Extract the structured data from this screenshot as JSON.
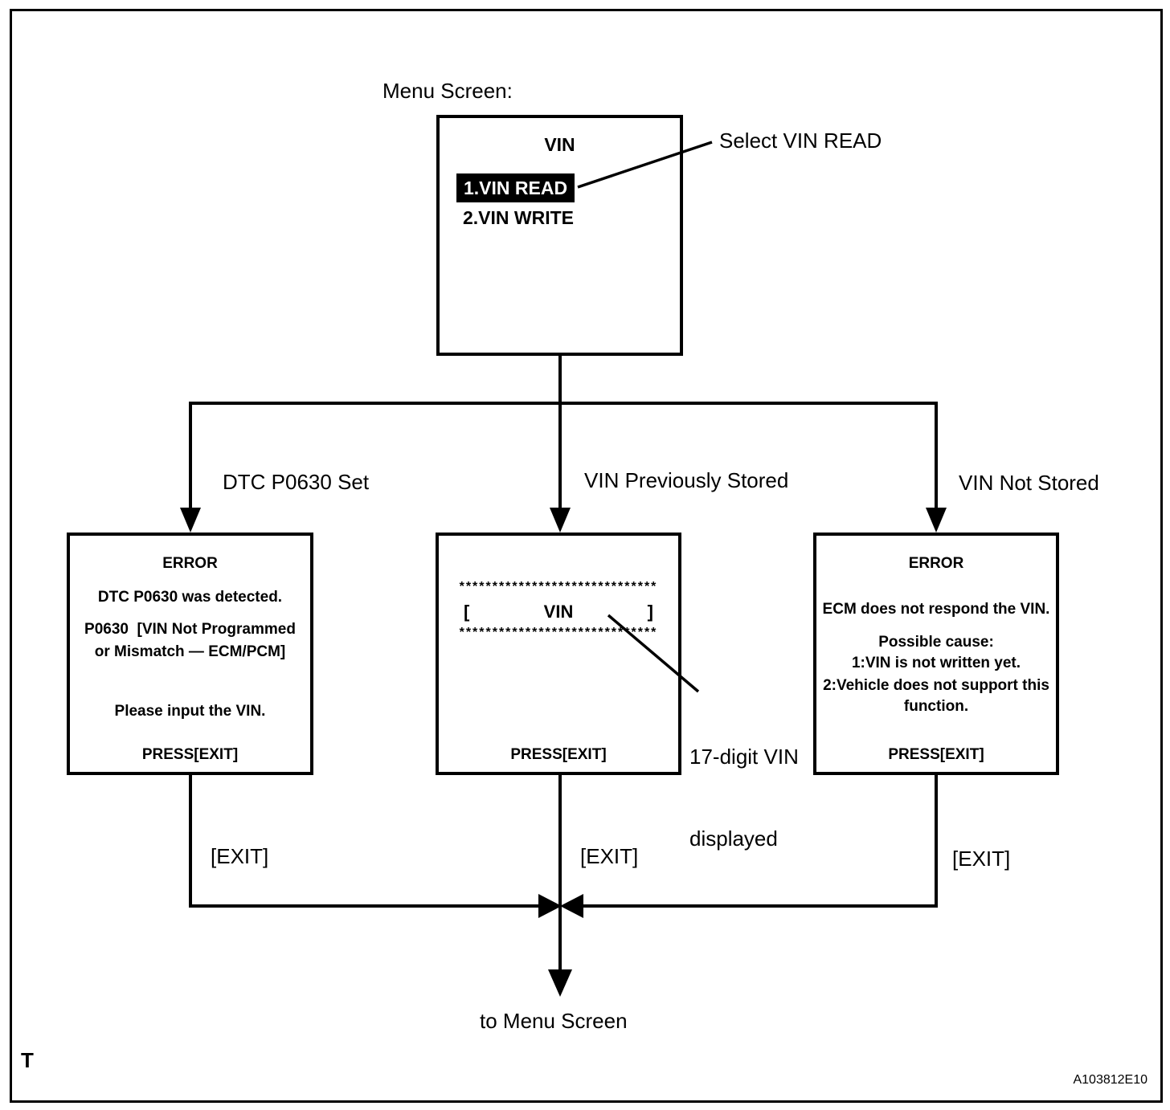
{
  "colors": {
    "ink": "#000000",
    "paper": "#ffffff",
    "highlight_bg": "#000000",
    "highlight_fg": "#ffffff"
  },
  "header": {
    "menu_screen_label": "Menu Screen:"
  },
  "menu_box": {
    "title": "VIN",
    "items": [
      {
        "label": "1.VIN READ"
      },
      {
        "label": "2.VIN WRITE"
      }
    ],
    "selected_item": "1.VIN READ",
    "annotation": "Select VIN READ"
  },
  "branches": {
    "left": {
      "condition": "DTC P0630 Set",
      "exit_label": "[EXIT]"
    },
    "middle": {
      "condition": "VIN Previously Stored",
      "exit_label": "[EXIT]"
    },
    "right": {
      "condition": "VIN Not Stored",
      "exit_label": "[EXIT]"
    }
  },
  "left_box": {
    "lines": [
      "ERROR",
      "DTC P0630 was detected.",
      "P0630  [VIN Not Programmed",
      "or Mismatch — ECM/PCM]",
      "Please input the VIN.",
      "PRESS[EXIT]"
    ]
  },
  "middle_box": {
    "stars_top": "******************************",
    "bracket_open": "[",
    "vin_label": "VIN",
    "bracket_close": "]",
    "stars_bottom": "******************************",
    "press_exit": "PRESS[EXIT]",
    "annotation": {
      "line1": "17-digit VIN",
      "line2": "displayed"
    }
  },
  "right_box": {
    "lines": [
      "ERROR",
      "ECM does not respond the VIN.",
      "Possible cause:",
      "1:VIN is not written yet.",
      "2:Vehicle does not support this",
      "function.",
      "PRESS[EXIT]"
    ]
  },
  "footer": {
    "to_menu_label": "to Menu Screen",
    "page_marker": "T",
    "figure_code": "A103812E10"
  }
}
